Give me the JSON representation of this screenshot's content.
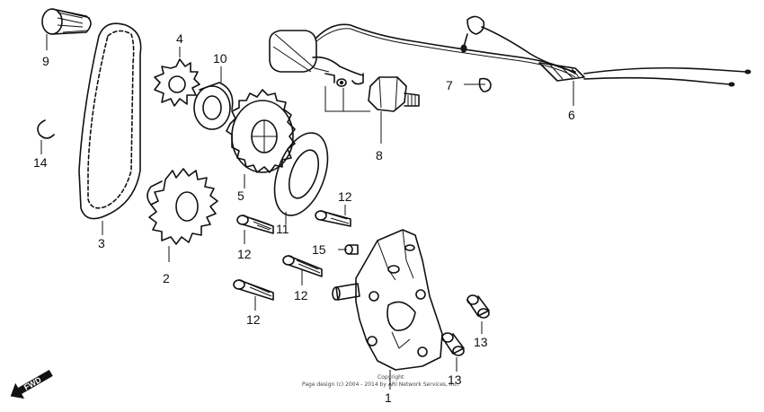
{
  "diagram": {
    "part_labels": [
      "9",
      "4",
      "10",
      "14",
      "3",
      "2",
      "5",
      "11",
      "12",
      "12",
      "12",
      "12",
      "15",
      "7",
      "6",
      "8",
      "1",
      "13",
      "13"
    ],
    "copyright_lines": [
      "Copyright",
      "Page design (c) 2004 - 2014 by ARI Network Services, Inc."
    ],
    "fwd_label": "FWD"
  }
}
